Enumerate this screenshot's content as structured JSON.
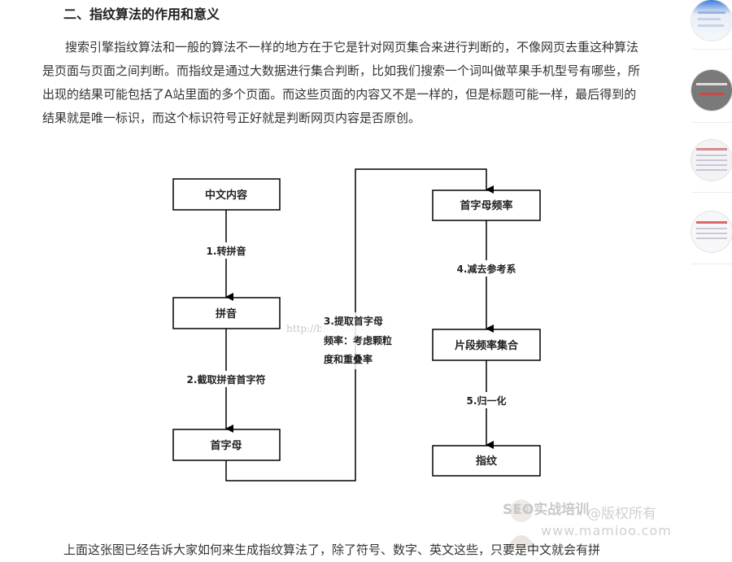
{
  "article": {
    "heading": "二、指纹算法的作用和意义",
    "paragraph": "搜索引擎指纹算法和一般的算法不一样的地方在于它是针对网页集合来进行判断的，不像网页去重这种算法是页面与页面之间判断。而指纹是通过大数据进行集合判断，比如我们搜索一个词叫做苹果手机型号有哪些，所出现的结果可能包括了A站里面的多个页面。而这些页面的内容又不是一样的，但是标题可能一样，最后得到的结果就是唯一标识，而这个标识符号正好就是判断网页内容是否原创。",
    "bottom_paragraph": "上面这张图已经告诉大家如何来生成指纹算法了，除了符号、数字、英文这些，只要是中文就会有拼"
  },
  "flowchart": {
    "nodes": {
      "chinese_content": "中文内容",
      "pinyin": "拼音",
      "initials": "首字母",
      "initial_freq": "首字母频率",
      "segment_freq_set": "片段频率集合",
      "fingerprint": "指纹"
    },
    "edges": {
      "step1": "1.转拼音",
      "step2": "2.截取拼音首字符",
      "step3_line1": "3.提取首字母",
      "step3_line2": "频率：考虑颗粒",
      "step3_line3": "度和重叠率",
      "step4": "4.减去参考系",
      "step5": "5.归一化"
    },
    "watermark_url": "http://blog.csdn.net/"
  },
  "watermarks": {
    "logo_text": "SEO实战培训",
    "copyright": "@版权所有",
    "site": "www.mamioo.com"
  },
  "colors": {
    "text": "#333333",
    "line": "#000000",
    "watermark": "#d0d0d0"
  }
}
